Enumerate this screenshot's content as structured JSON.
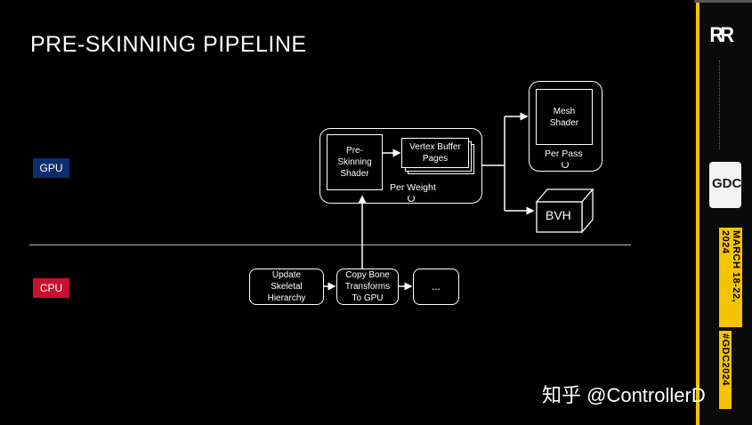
{
  "slide": {
    "title": "PRE-SKINNING PIPELINE",
    "gpu_tag": "GPU",
    "cpu_tag": "CPU"
  },
  "diagram": {
    "preskinning_shader": "Pre-\nSkinning\nShader",
    "vertex_buffer_pages": "Vertex Buffer\nPages",
    "per_weight": "Per Weight",
    "mesh_shader": "Mesh\nShader",
    "per_pass": "Per Pass",
    "bvh": "BVH",
    "update_hierarchy": "Update\nSkeletal\nHierarchy",
    "copy_bone": "Copy Bone\nTransforms\nTo GPU",
    "ellipsis": "..."
  },
  "sidebar": {
    "logo": "RR",
    "gdc": "GDC",
    "dates": "MARCH 18-22, 2024",
    "hashtag": "#GDC2024"
  },
  "watermark": "知乎 @ControllerD",
  "colors": {
    "gpu_tag": "#0d2d6e",
    "cpu_tag": "#c8102e",
    "gdc_accent": "#f5c400"
  }
}
